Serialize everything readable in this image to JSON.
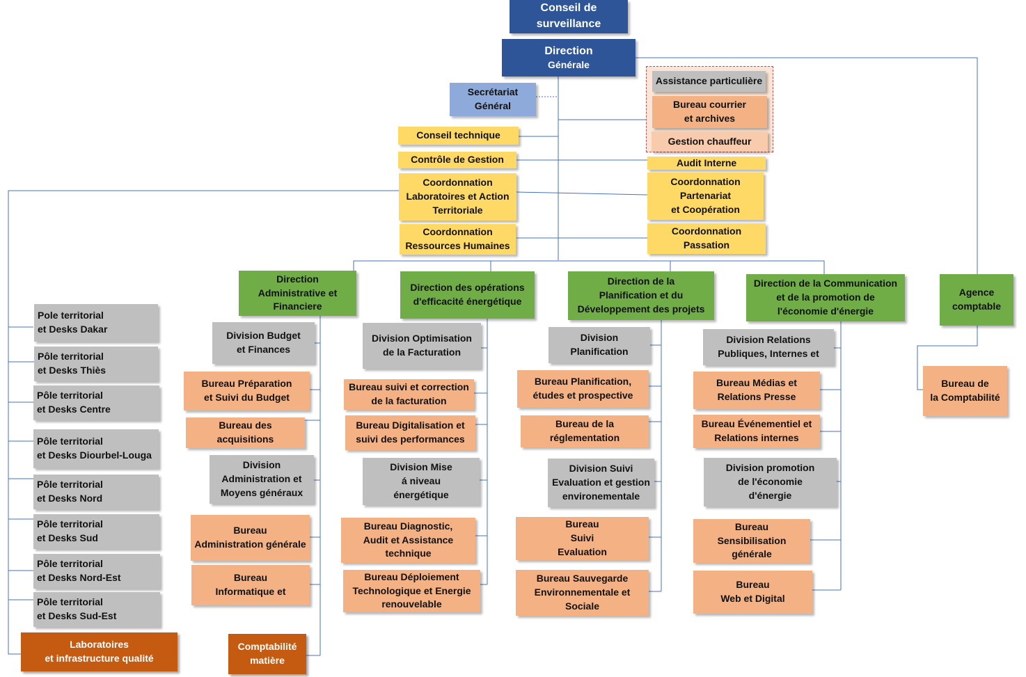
{
  "top": {
    "conseil": "Conseil de\nsurveillance",
    "direction_title": "Direction",
    "direction_sub": "Générale"
  },
  "staff": {
    "secretariat": "Secrétariat\nGénéral",
    "assistance": "Assistance particulière",
    "bureau_courrier": "Bureau courrier\net archives",
    "gestion_chauffeur": "Gestion chauffeur",
    "conseil_technique": "Conseil technique",
    "controle_gestion": "Contrôle de Gestion",
    "audit_interne": "Audit Interne",
    "coord_labo": "Coordonnation\nLaboratoires et Action\nTerritoriale",
    "coord_partenariat": "Coordonnation\nPartenariat\net Coopération",
    "coord_rh": "Coordonnation\nRessources Humaines",
    "coord_passation": "Coordonnation\nPassation"
  },
  "territorial": [
    "Pole territorial\net Desks Dakar",
    "Pôle territorial\net Desks Thiès",
    "Pôle territorial\net Desks Centre",
    "Pôle territorial\net Desks Diourbel-Louga",
    " Pôle territorial\net Desks Nord",
    "Pôle territorial\net Desks Sud",
    "Pôle territorial\n et Desks Nord-Est",
    "Pôle territorial\net Desks Sud-Est"
  ],
  "laboratoires": "Laboratoires\net infrastructure qualité",
  "daf": {
    "title": "Direction\nAdministrative et\nFinanciere",
    "items": [
      "Division Budget\net Finances",
      "Bureau Préparation\net Suivi du Budget",
      "Bureau des\nacquisitions",
      "Division\nAdministration et\nMoyens généraux",
      "Bureau\nAdministration générale",
      "Bureau\nInformatique et"
    ],
    "comptabilite_matiere": "Comptabilité\nmatière"
  },
  "doee": {
    "title": "Direction des opérations\nd'efficacité énergétique",
    "items": [
      "Division Optimisation\nde la Facturation",
      "Bureau suivi et correction\nde la facturation",
      "Bureau  Digitalisation et\nsuivi des performances",
      "Division Mise\ná niveau\nénergétique",
      "Bureau Diagnostic,\nAudit et Assistance\ntechnique",
      "Bureau Déploiement\nTechnologique et Energie\nrenouvelable"
    ]
  },
  "dpdp": {
    "title": "Direction de la\nPlanification et du\nDéveloppement des projets",
    "items": [
      "Division\nPlanification",
      "Bureau Planification,\nétudes et prospective",
      "Bureau  de la\nréglementation",
      "Division Suivi\nEvaluation et gestion\nenvironementale",
      "Bureau\nSuivi\nEvaluation",
      "Bureau Sauvegarde\nEnvironnementale et Sociale"
    ]
  },
  "dcpe": {
    "title": "Direction de la Communication\net de la promotion de\nl'économie d'énergie",
    "items": [
      "Division Relations\nPubliques, Internes et",
      "Bureau Médias et\nRelations Presse",
      "Bureau Événementiel et\nRelations internes",
      "Division promotion\nde l'économie\nd'énergie",
      "Bureau\nSensibilisation\ngénérale",
      "Bureau\nWeb et Digital"
    ]
  },
  "agence": {
    "title": "Agence\ncomptable",
    "bureau": "Bureau de\nla Comptabilité"
  },
  "colors": {
    "navy": "#2e5597",
    "light_blue": "#8eaadb",
    "yellow": "#ffd966",
    "green": "#70ad47",
    "grey": "#bfbfbf",
    "orange": "#f4b183",
    "dark_orange": "#c55a11",
    "connector": "#4472c4"
  }
}
